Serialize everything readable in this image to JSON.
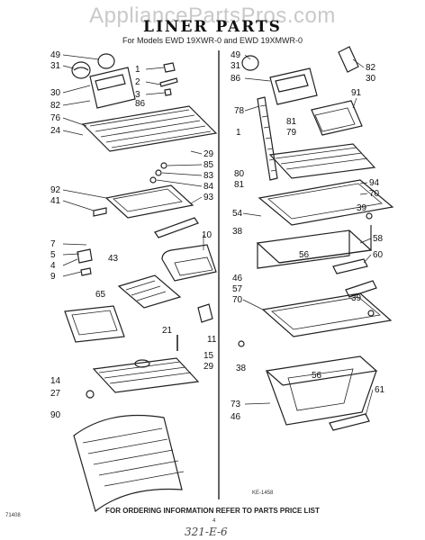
{
  "watermark": "AppliancePartsPros.com",
  "title": "LINER PARTS",
  "subtitle": "For Models EWD 19XWR-0 and EWD 19XMWR-0",
  "footer_note": "FOR ORDERING INFORMATION REFER TO PARTS PRICE LIST",
  "figure_code_left": "71408",
  "figure_code_ke": "KE-1458",
  "page_number": "4",
  "handwritten_note": "321-E-6",
  "callouts_left": [
    "49",
    "31",
    "30",
    "82",
    "76",
    "24",
    "1",
    "2",
    "3",
    "86",
    "29",
    "85",
    "83",
    "84",
    "92",
    "41",
    "93",
    "7",
    "5",
    "4",
    "9",
    "10",
    "43",
    "65",
    "21",
    "11",
    "15",
    "29",
    "14",
    "27",
    "90"
  ],
  "callouts_right": [
    "49",
    "31",
    "86",
    "82",
    "30",
    "91",
    "78",
    "81",
    "79",
    "1",
    "80",
    "81",
    "94",
    "70",
    "39",
    "54",
    "38",
    "58",
    "56",
    "60",
    "46",
    "57",
    "70",
    "39",
    "38",
    "56",
    "61",
    "73",
    "46"
  ]
}
